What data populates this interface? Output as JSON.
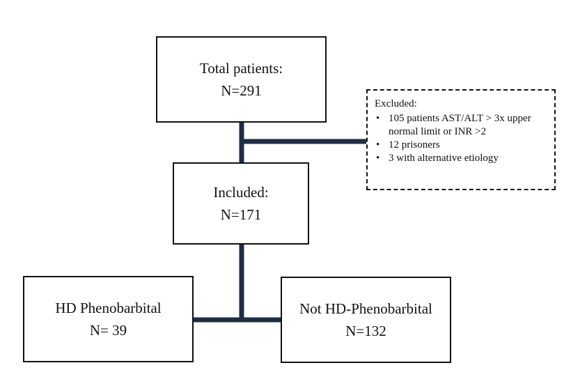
{
  "boxes": {
    "total": {
      "title": "Total patients:",
      "count": "N=291"
    },
    "included": {
      "title": "Included:",
      "count": "N=171"
    },
    "hd": {
      "title": "HD Phenobarbital",
      "count": "N= 39"
    },
    "not_hd": {
      "title": "Not HD-Phenobarbital",
      "count": "N=132"
    }
  },
  "excluded": {
    "title": "Excluded:",
    "items": [
      "105 patients AST/ALT > 3x upper normal limit or INR >2",
      "12 prisoners",
      "3 with alternative etiology"
    ]
  },
  "colors": {
    "connector": "#1f2d44",
    "border": "#111111"
  }
}
